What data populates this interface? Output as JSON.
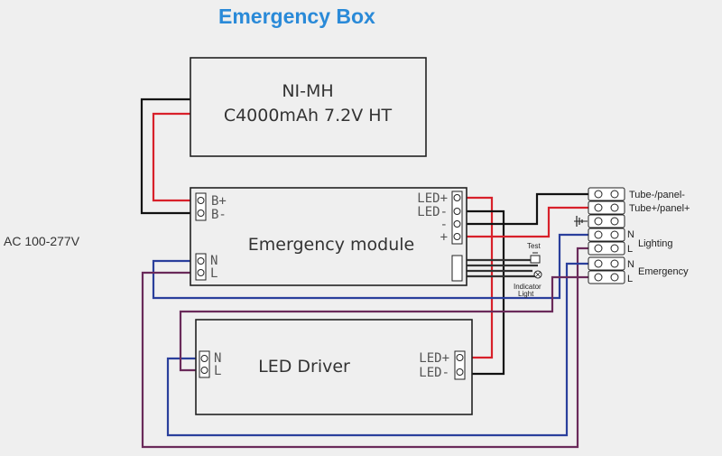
{
  "title": "Emergency Box",
  "battery": {
    "line1": "NI-MH",
    "line2": "C4000mAh  7.2V  HT"
  },
  "module": {
    "label": "Emergency  module",
    "b_plus": "B+",
    "b_minus": "B-",
    "led_plus": "LED+",
    "led_minus": "LED-",
    "minus": "-",
    "plus": "+",
    "n": "N",
    "l": "L"
  },
  "driver": {
    "label": "LED  Driver",
    "n": "N",
    "l": "L",
    "led_plus": "LED+",
    "led_minus": "LED-"
  },
  "ac_label": "AC 100-277V",
  "test_label": "Test",
  "indicator_label": "Indicator",
  "light_label": "Light",
  "terminals": {
    "tube_minus": "Tube-/panel-",
    "tube_plus": "Tube+/panel+",
    "n1": "N",
    "l1": "L",
    "lighting": "Lighting",
    "n2": "N",
    "l2": "L",
    "emergency": "Emergency"
  },
  "colors": {
    "red": "#d8202a",
    "black": "#111111",
    "blue": "#2a3f9c",
    "purple": "#6a2a5a",
    "title": "#2a8ad8"
  },
  "icons": [
    "screw-terminal-icon",
    "ground-icon",
    "test-switch-icon",
    "indicator-light-icon"
  ]
}
